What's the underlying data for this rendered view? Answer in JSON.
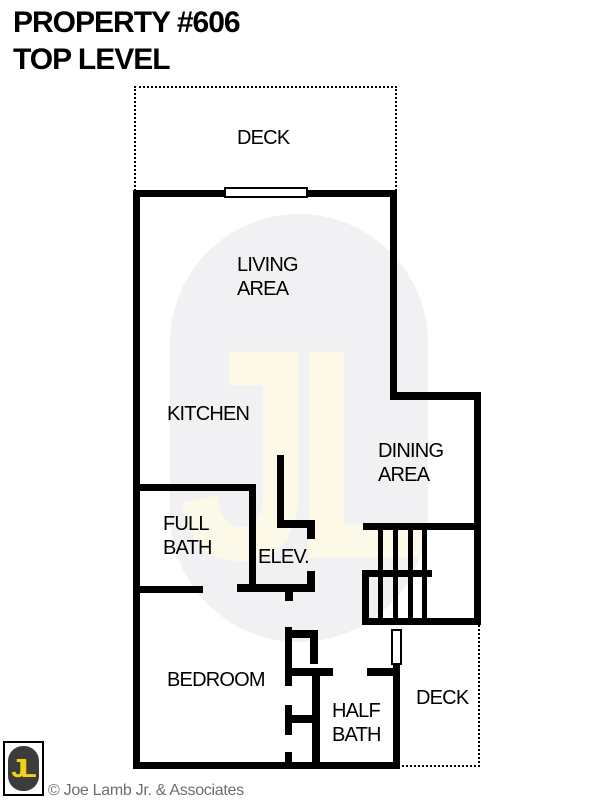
{
  "title": "PROPERTY #606\nTOP LEVEL",
  "plan": {
    "rooms": {
      "deck_top": "DECK",
      "living_area": "LIVING\nAREA",
      "kitchen": "KITCHEN",
      "dining_area": "DINING\nAREA",
      "full_bath": "FULL\nBATH",
      "elevator": "ELEV.",
      "bedroom": "BEDROOM",
      "half_bath": "HALF\nBATH",
      "deck_bottom": "DECK"
    },
    "watermark_text": "JL"
  },
  "footer": {
    "logo_text": "JL",
    "copyright": "© Joe Lamb Jr. & Associates"
  },
  "colors": {
    "wall": "#000000",
    "watermark_fill": "#f1f1f4",
    "watermark_letters": "#fcf9e9",
    "logo_yellow": "#f0d211",
    "logo_dark": "#3c3c3c",
    "copyright_gray": "#6e6e6e"
  }
}
